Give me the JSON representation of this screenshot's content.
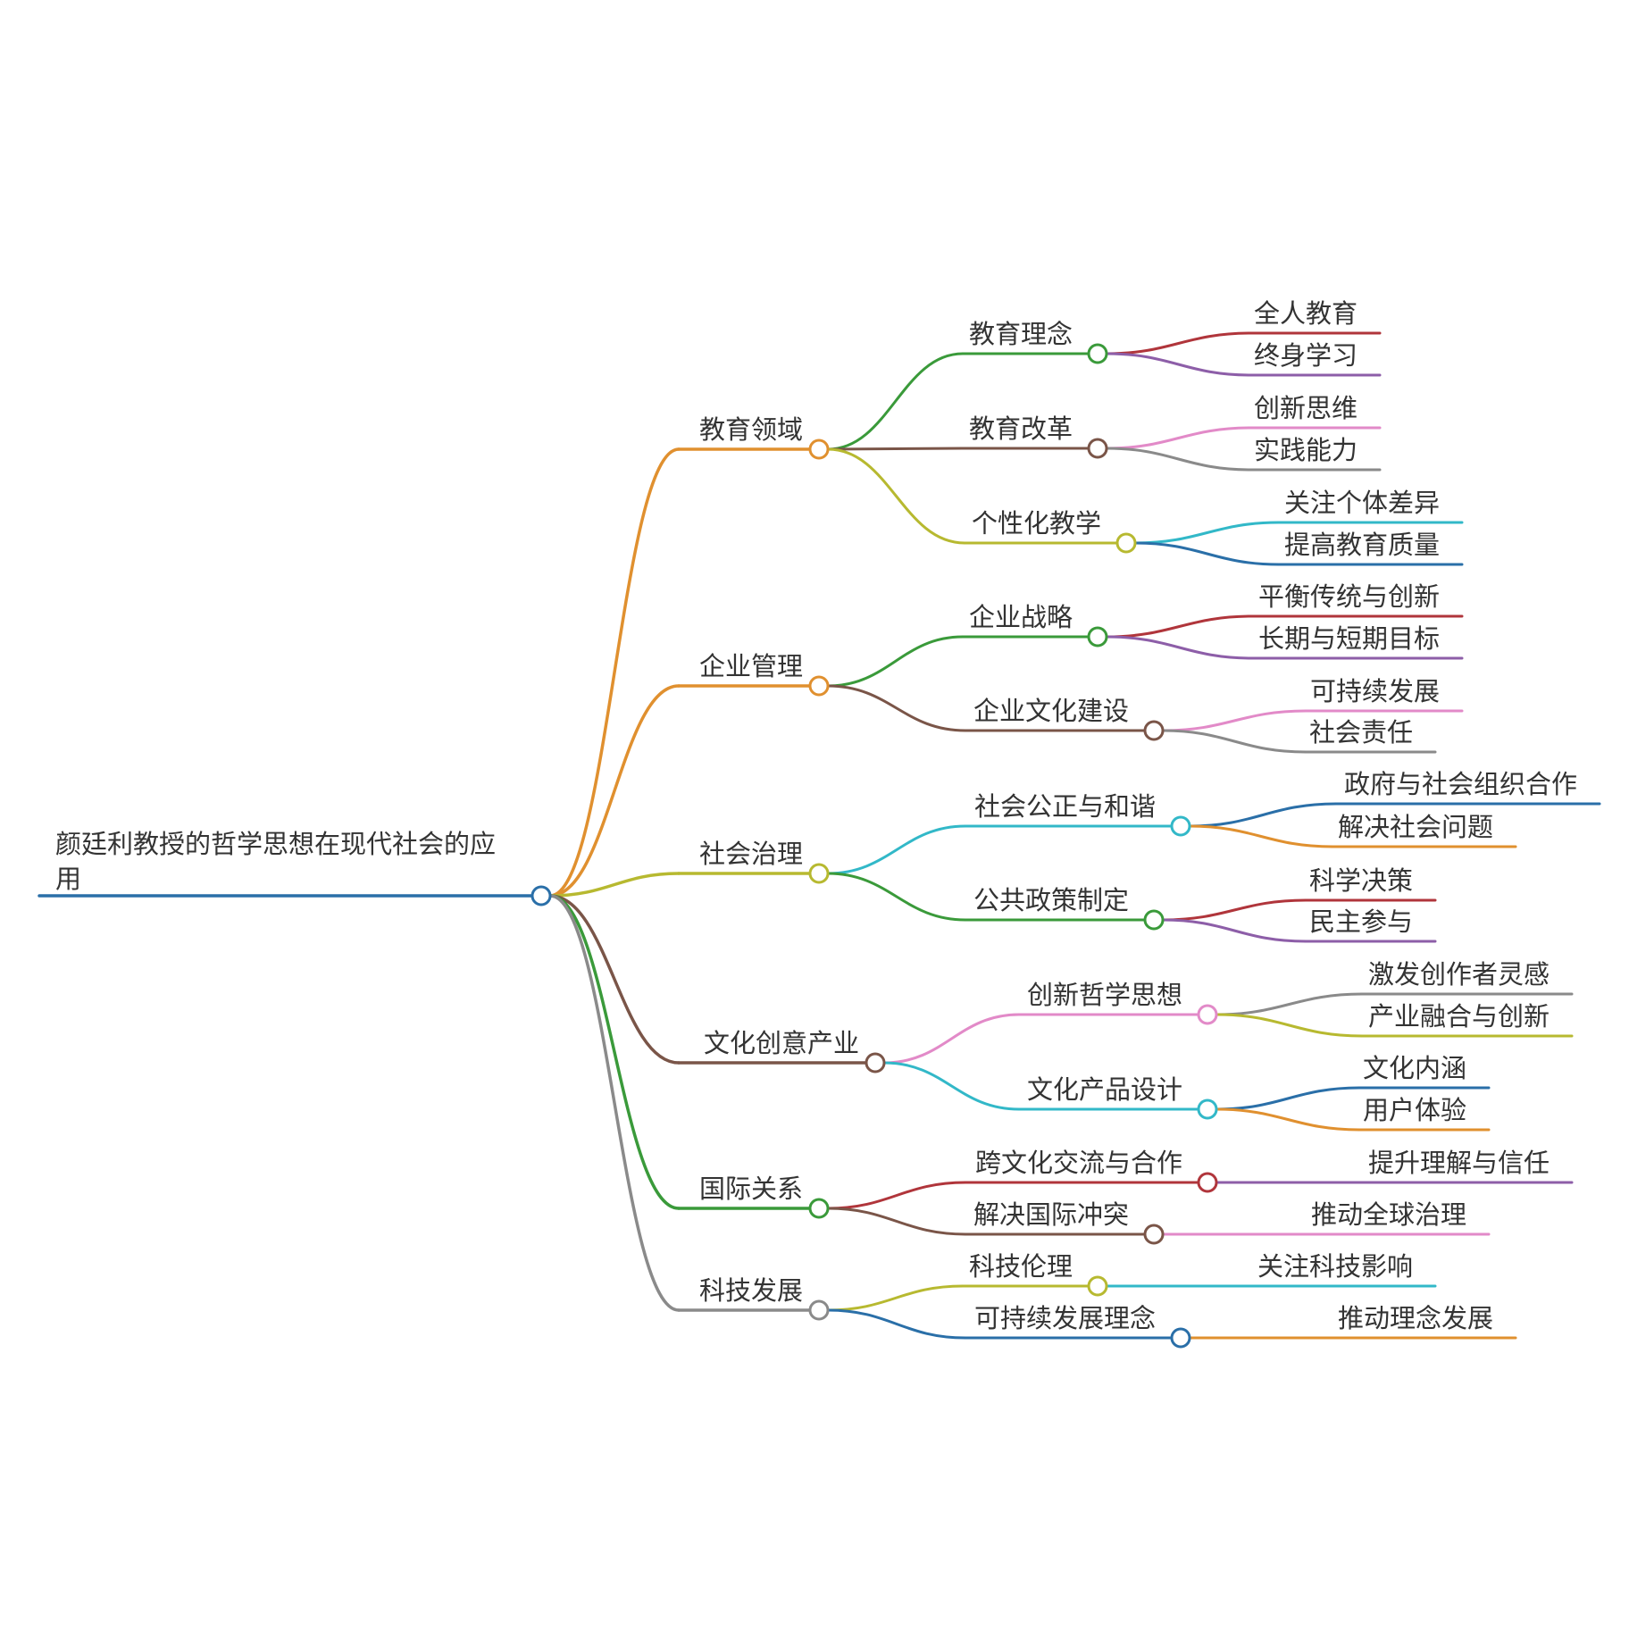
{
  "root": {
    "line1": "颜廷利教授的哲学思想在现代社会的应",
    "line2": "用",
    "color": "#2a6fa8"
  },
  "branches": [
    {
      "label": "教育领域",
      "color": "#e0902f",
      "children": [
        {
          "label": "教育理念",
          "color": "#3a9a3a",
          "leaves": [
            {
              "label": "全人教育",
              "color": "#b0353b"
            },
            {
              "label": "终身学习",
              "color": "#8d5ea8"
            }
          ]
        },
        {
          "label": "教育改革",
          "color": "#7a5548",
          "leaves": [
            {
              "label": "创新思维",
              "color": "#e28ac8"
            },
            {
              "label": "实践能力",
              "color": "#8a8a8a"
            }
          ]
        },
        {
          "label": "个性化教学",
          "color": "#b7b930",
          "leaves": [
            {
              "label": "关注个体差异",
              "color": "#32b8c8"
            },
            {
              "label": "提高教育质量",
              "color": "#2a6fa8"
            }
          ]
        }
      ]
    },
    {
      "label": "企业管理",
      "color": "#e0902f",
      "children": [
        {
          "label": "企业战略",
          "color": "#3a9a3a",
          "leaves": [
            {
              "label": "平衡传统与创新",
              "color": "#b0353b"
            },
            {
              "label": "长期与短期目标",
              "color": "#8d5ea8"
            }
          ]
        },
        {
          "label": "企业文化建设",
          "color": "#7a5548",
          "leaves": [
            {
              "label": "可持续发展",
              "color": "#e28ac8"
            },
            {
              "label": "社会责任",
              "color": "#8a8a8a"
            }
          ]
        }
      ]
    },
    {
      "label": "社会治理",
      "color": "#b7b930",
      "children": [
        {
          "label": "社会公正与和谐",
          "color": "#32b8c8",
          "leaves": [
            {
              "label": "政府与社会组织合作",
              "color": "#2a6fa8"
            },
            {
              "label": "解决社会问题",
              "color": "#e0902f"
            }
          ]
        },
        {
          "label": "公共政策制定",
          "color": "#3a9a3a",
          "leaves": [
            {
              "label": "科学决策",
              "color": "#b0353b"
            },
            {
              "label": "民主参与",
              "color": "#8d5ea8"
            }
          ]
        }
      ]
    },
    {
      "label": "文化创意产业",
      "color": "#7a5548",
      "children": [
        {
          "label": "创新哲学思想",
          "color": "#e28ac8",
          "leaves": [
            {
              "label": "激发创作者灵感",
              "color": "#8a8a8a"
            },
            {
              "label": "产业融合与创新",
              "color": "#b7b930"
            }
          ]
        },
        {
          "label": "文化产品设计",
          "color": "#32b8c8",
          "leaves": [
            {
              "label": "文化内涵",
              "color": "#2a6fa8"
            },
            {
              "label": "用户体验",
              "color": "#e0902f"
            }
          ]
        }
      ]
    },
    {
      "label": "国际关系",
      "color": "#3a9a3a",
      "children": [
        {
          "label": "跨文化交流与合作",
          "color": "#b0353b",
          "leaves": [
            {
              "label": "提升理解与信任",
              "color": "#8d5ea8"
            }
          ]
        },
        {
          "label": "解决国际冲突",
          "color": "#7a5548",
          "leaves": [
            {
              "label": "推动全球治理",
              "color": "#e28ac8"
            }
          ]
        }
      ]
    },
    {
      "label": "科技发展",
      "color": "#8a8a8a",
      "children": [
        {
          "label": "科技伦理",
          "color": "#b7b930",
          "leaves": [
            {
              "label": "关注科技影响",
              "color": "#32b8c8"
            }
          ]
        },
        {
          "label": "可持续发展理念",
          "color": "#2a6fa8",
          "leaves": [
            {
              "label": "推动理念发展",
              "color": "#e0902f"
            }
          ]
        }
      ]
    }
  ]
}
